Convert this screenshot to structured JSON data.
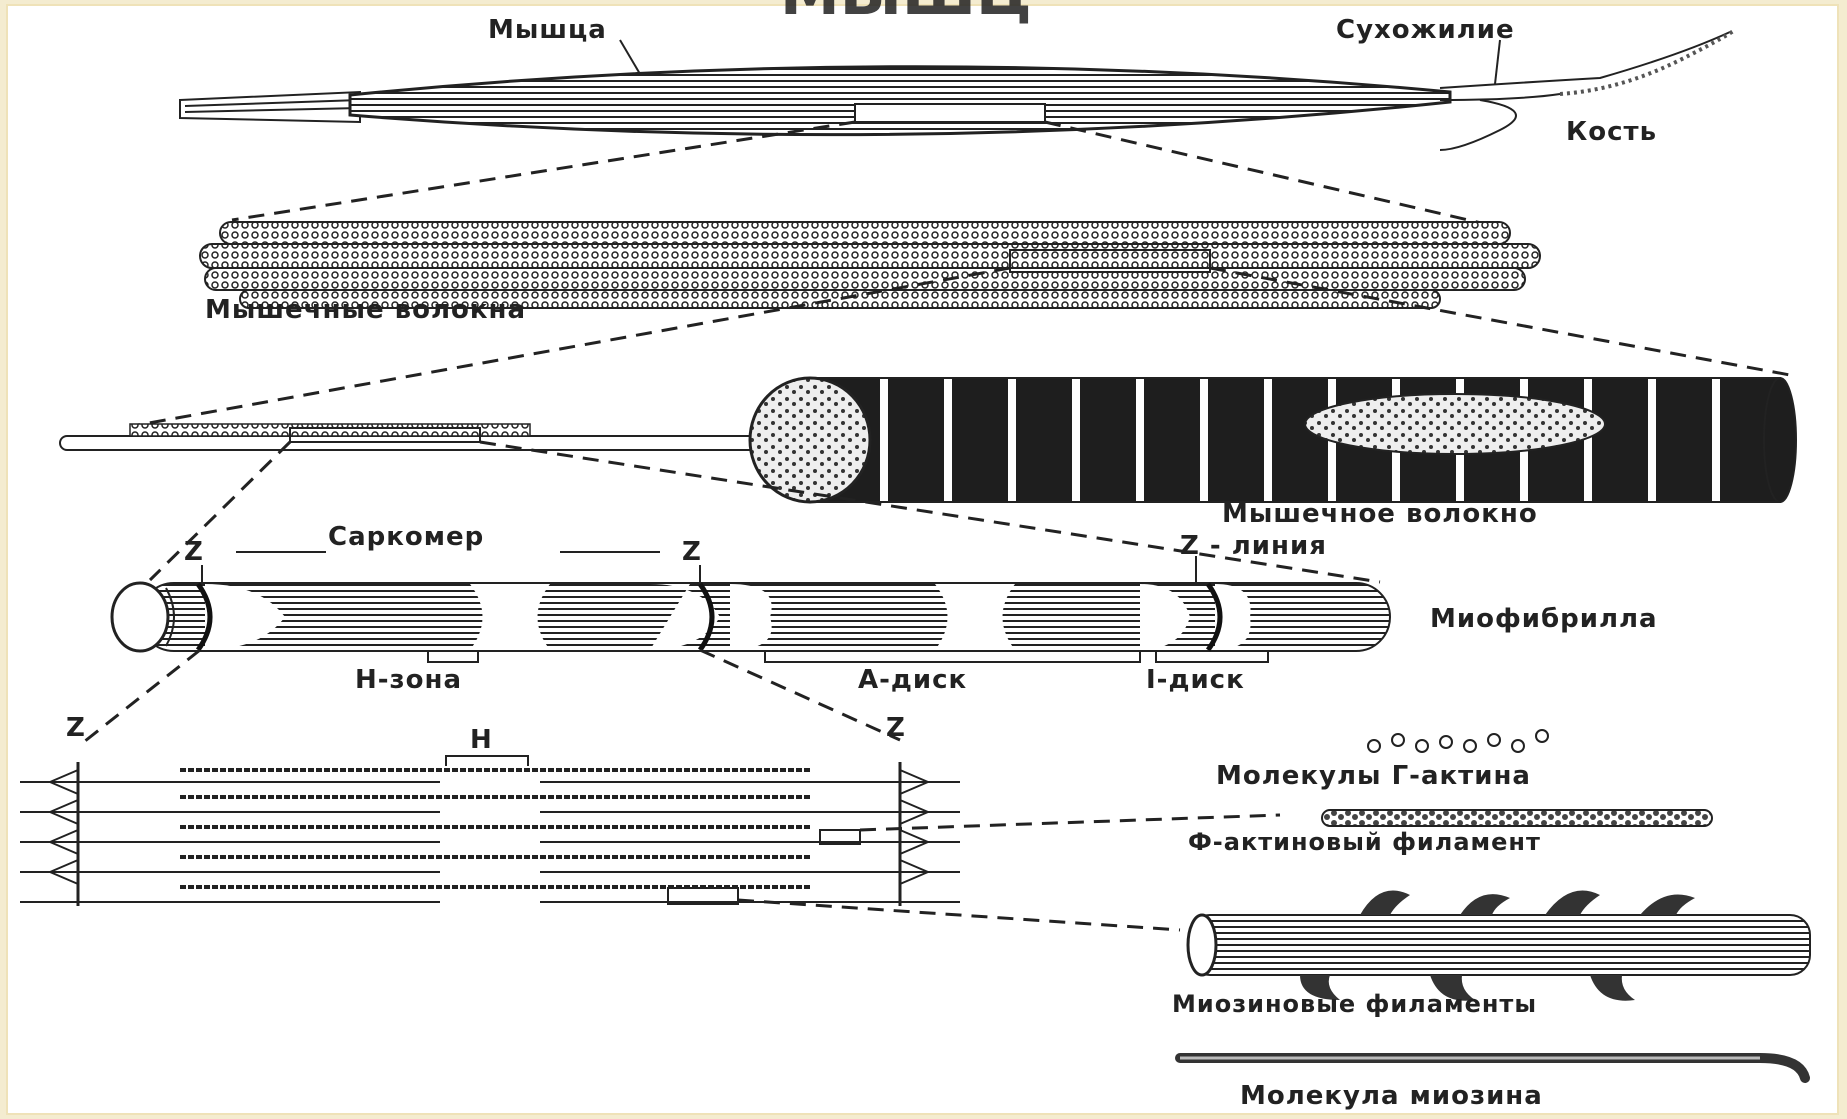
{
  "slide_title": "МЫШЦ",
  "labels": {
    "muscle": "Мышца",
    "tendon": "Сухожилие",
    "bone": "Кость",
    "muscle_fibers": "Мышечные волокна",
    "muscle_fiber": "Мышечное волокно",
    "sarcomere": "Саркомер",
    "z_left": "Z",
    "z_mid": "Z",
    "z_line": "Z - линия",
    "myofibril": "Миофибрилла",
    "h_zone": "Н-зона",
    "a_disc": "А-диск",
    "i_disc": "I-диск",
    "z_fil_left": "Z",
    "z_fil_right": "Z",
    "h_fil": "Н",
    "g_actin": "Молекулы Г-актина",
    "f_actin": "Ф-актиновый филамент",
    "myosin_filaments": "Миозиновые филаменты",
    "myosin_molecule": "Молекула миозина"
  },
  "colors": {
    "background": "#f4ecd0",
    "ink": "#222222",
    "paper": "#ffffff"
  }
}
